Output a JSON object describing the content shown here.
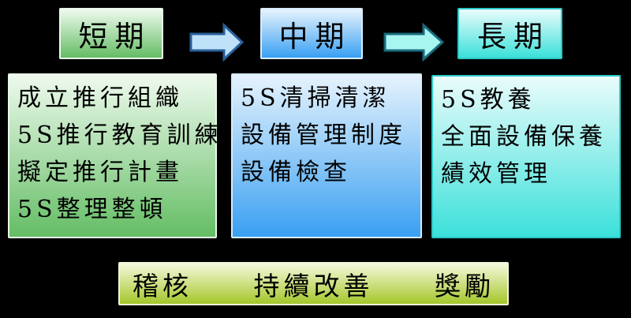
{
  "stages": [
    {
      "label": "短期",
      "items": [
        "成立推行組織",
        "5S推行教育訓練",
        "擬定推行計畫",
        "5S整理整頓"
      ]
    },
    {
      "label": "中期",
      "items": [
        "5S清掃清潔",
        "設備管理制度",
        "設備檢查"
      ]
    },
    {
      "label": "長期",
      "items": [
        "5S教養",
        "全面設備保養",
        "績效管理"
      ]
    }
  ],
  "footer": {
    "items": [
      "稽核",
      "持續改善",
      "獎勵"
    ]
  },
  "colors": {
    "bg": "#000000",
    "text": "#000000",
    "green_top": "#eefaee",
    "green_bottom": "#64bd64",
    "green_border": "#e9f7e9",
    "blue_top": "#e6f3fd",
    "blue_bottom": "#39a0f2",
    "blue_border": "#d7ecfc",
    "cyan_top": "#e9fcfb",
    "cyan_bottom": "#3ce0da",
    "cyan_border": "#2bc9c6",
    "footer_top": "#f5f9dc",
    "footer_bottom": "#a4c72a",
    "footer_border": "#eff5d9",
    "arrow1_fill": "#bfe2f8",
    "arrow1_stroke": "#2a6099",
    "arrow2_fill": "#a8f6f0",
    "arrow2_stroke": "#1a6a7c"
  }
}
